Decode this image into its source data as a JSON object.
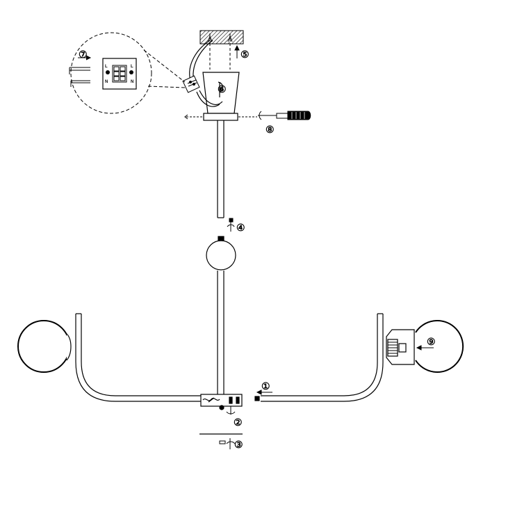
{
  "diagram": {
    "title": "",
    "steps": [
      {
        "id": "step-1",
        "label": "①"
      },
      {
        "id": "step-2",
        "label": "②"
      },
      {
        "id": "step-3",
        "label": "③"
      },
      {
        "id": "step-4",
        "label": "④"
      },
      {
        "id": "step-5",
        "label": "⑤"
      },
      {
        "id": "step-6",
        "label": "⑥"
      },
      {
        "id": "step-7",
        "label": "⑦"
      },
      {
        "id": "step-8",
        "label": "⑧"
      },
      {
        "id": "step-9",
        "label": "⑨"
      }
    ],
    "terminal_block": {
      "left_labels": [
        "L",
        "N"
      ],
      "right_labels": [
        "L",
        "N"
      ]
    }
  },
  "colors": {
    "line": "#000000",
    "background": "#ffffff",
    "hatch": "#000000"
  }
}
